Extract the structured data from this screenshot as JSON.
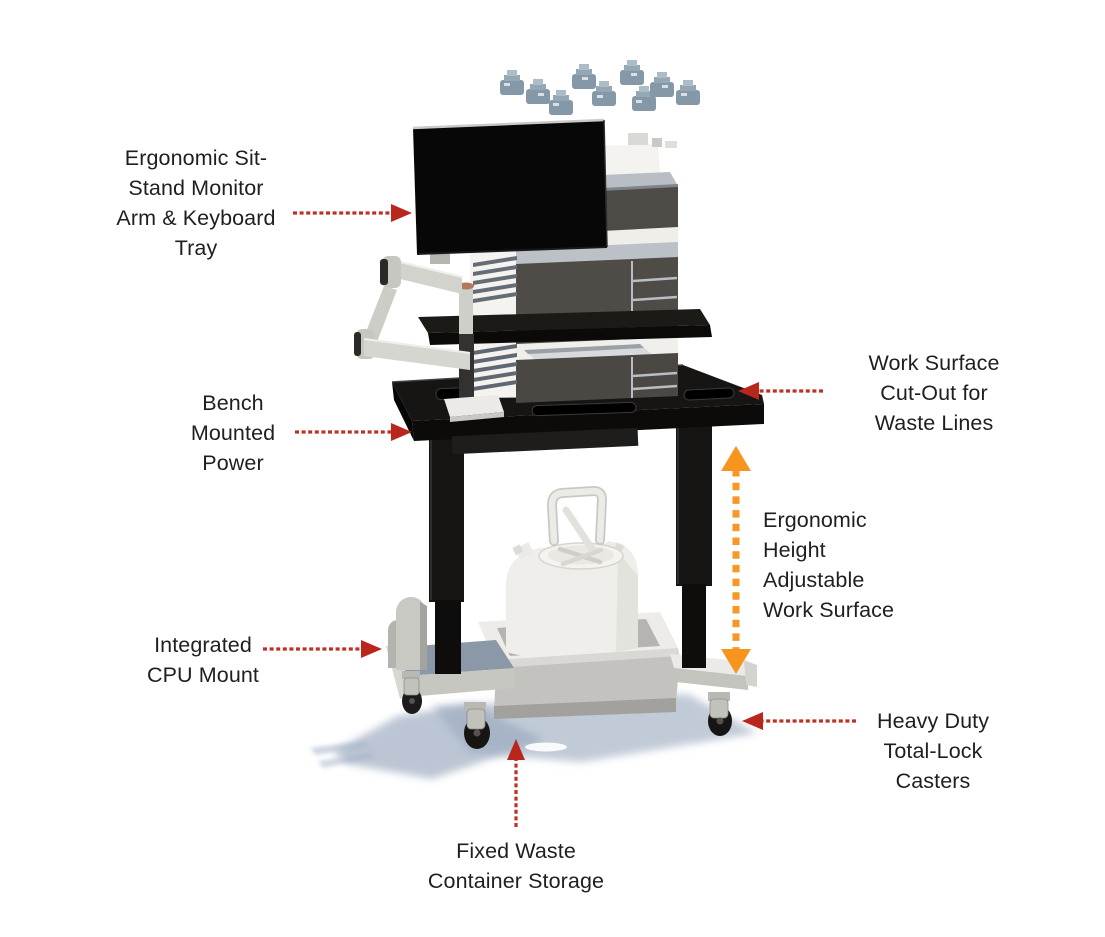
{
  "colors": {
    "arrow_red": "#b9261b",
    "arrow_orange": "#f7941e",
    "label_text": "#1f1f21",
    "background": "#ffffff"
  },
  "illustration": {
    "subject": "height-adjustable laboratory instrument cart",
    "parts": [
      "solvent-vials",
      "monitor",
      "monitor-arm",
      "instrument-stack",
      "keyboard-tray",
      "work-surface",
      "power-strip",
      "lift-columns",
      "waste-container",
      "containment-tray",
      "cart-base",
      "cpu-mount",
      "casters",
      "floor-shadow"
    ]
  },
  "labels": {
    "monitor_arm": {
      "lines": [
        "Ergonomic Sit-",
        "Stand Monitor",
        "Arm & Keyboard",
        "Tray"
      ]
    },
    "work_surface_cutout": {
      "lines": [
        "Work Surface",
        "Cut-Out for",
        "Waste Lines"
      ]
    },
    "bench_power": {
      "lines": [
        "Bench",
        "Mounted",
        "Power"
      ]
    },
    "height_adjustable": {
      "lines": [
        "Ergonomic",
        "Height",
        "Adjustable",
        "Work Surface"
      ]
    },
    "cpu_mount": {
      "lines": [
        "Integrated",
        "CPU Mount"
      ]
    },
    "casters": {
      "lines": [
        "Heavy Duty",
        "Total-Lock",
        "Casters"
      ]
    },
    "waste_storage": {
      "lines": [
        "Fixed Waste",
        "Container Storage"
      ]
    }
  }
}
